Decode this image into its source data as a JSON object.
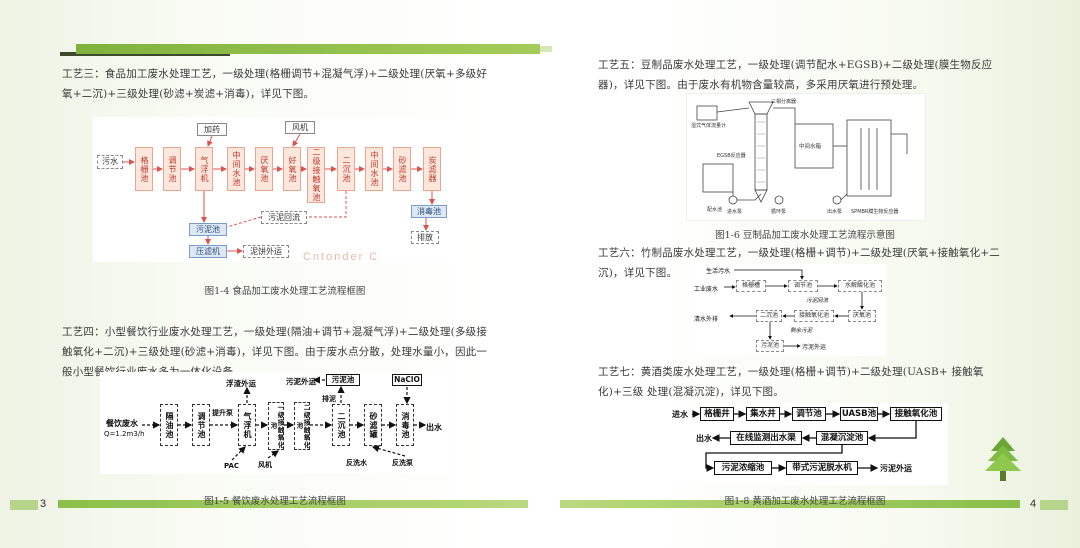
{
  "left_page": {
    "page_number": "3",
    "para_1": "工艺三：食品加工废水处理工艺，一级处理(格栅调节+混凝气浮)+二级处理(厌氧+多级好氧+二沉)+三级处理(砂滤+炭滤+消毒)，详见下图。",
    "fig_1_4": {
      "caption": "图1-4 食品加工废水处理工艺流程框图",
      "nodes": {
        "raw": "污水",
        "grille": "格栅池",
        "adjust": "调节池",
        "flotation": "气浮机",
        "mid1": "中间水池",
        "anaerobic": "厌氧池",
        "aerobic": "好氧池",
        "contact": "二级接触氧池",
        "settle2": "二沉池",
        "mid2": "中间水池",
        "filter": "砂滤池",
        "carbon": "炭滤器",
        "dosing": "加药",
        "blower": "风机",
        "reflux": "污泥回流",
        "sludge": "污泥池",
        "press": "压滤机",
        "mud_out": "泥饼外运",
        "disinfect": "消毒池",
        "discharge": "排放"
      },
      "watermark": "Cntonder C"
    },
    "para_2": "工艺四：小型餐饮行业废水处理工艺，一级处理(隔油+调节+混凝气浮)+二级处理(多级接触氧化+二沉)+三级处理(砂滤+消毒)，详见下图。由于废水点分散，处理水量小，因此一般小型餐饮行业废水多为一体化设备。",
    "fig_1_5": {
      "caption": "图1-5 餐饮废水处理工艺流程框图",
      "inlet": "餐饮废水",
      "flow": "Q=1.2m3/h",
      "outlet": "出水",
      "nodes": {
        "oil": "隔油池",
        "adjust": "调节池",
        "flotation": "气浮机",
        "contact1": "一级接触氧化池",
        "contact2": "二级接触氧化池",
        "settle": "二沉池",
        "filter": "砂滤罐",
        "disinfect": "消毒池"
      },
      "labels": {
        "scum": "浮渣外运",
        "sludge_out": "污泥外运",
        "sludge_pool": "污泥池",
        "naclo": "NaClO",
        "lift": "提升泵",
        "pac": "PAC",
        "blower": "风机",
        "drain": "排泥",
        "backwash_water": "反洗水",
        "backwash_pump": "反洗泵"
      }
    }
  },
  "right_page": {
    "page_number": "4",
    "para_1": "工艺五：豆制品废水处理工艺，一级处理(调节配水+EGSB)+二级处理(膜生物反应器)，详见下图。由于废水有机物含量较高，多采用厌氧进行预处理。",
    "fig_1_6": {
      "caption": "图1-6 豆制品加工废水处理工艺流程示意图",
      "labels": {
        "reactor": "EGSB反应器",
        "mid_tank": "中间水箱",
        "mbr": "SPMBR膜生物反应器",
        "dist": "配水池",
        "in_pump": "进水泵",
        "circ_pump": "循环泵",
        "out_pump": "出水泵",
        "gas": "三相分离器",
        "meter": "湿式气体流量计"
      }
    },
    "para_2": "工艺六：竹制品废水处理工艺，一级处理(格栅+调节)+二级处理(厌氧+接触氧化+二沉)，详见下图。",
    "fig_bamboo": {
      "life_water": "生活污水",
      "industrial": "工业废水",
      "grille": "格栅槽",
      "adjust": "调节池",
      "hydrolysis": "水解酸化池",
      "reflux": "污泥回流",
      "clean_out": "清水外排",
      "settle2": "二沉池",
      "contact": "接触氧化池",
      "anaerobic": "厌氧池",
      "excess": "剩余污泥",
      "sludge_pool": "污泥池",
      "mud_out": "污泥外运"
    },
    "para_3": "工艺七：黄酒类废水处理工艺，一级处理(格栅+调节)+二级处理(UASB+ 接触氧化)+三级 处理(混凝沉淀)，详见下图。",
    "fig_1_8": {
      "caption": "图1-8 黄酒加工废水处理工艺流程框图",
      "inlet": "进水",
      "grille": "格栅井",
      "collect": "集水井",
      "adjust": "调节池",
      "uasb": "UASB池",
      "contact": "接触氧化池",
      "outlet": "出水",
      "monitor": "在线监测出水渠",
      "coag": "混凝沉淀池",
      "thicken": "污泥浓缩池",
      "press": "带式污泥脱水机",
      "mud_out": "污泥外运"
    }
  }
}
